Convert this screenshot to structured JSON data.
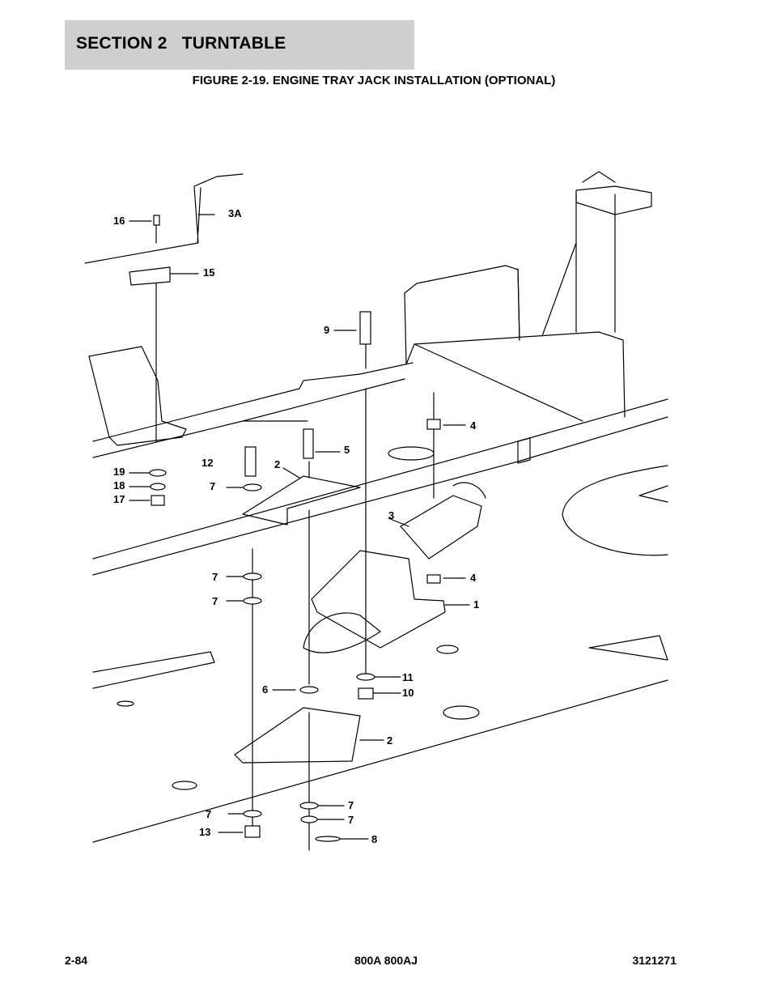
{
  "header": {
    "section_title": "SECTION 2   TURNTABLE"
  },
  "figure": {
    "title": "FIGURE 2-19. ENGINE TRAY JACK INSTALLATION (OPTIONAL)"
  },
  "callouts": [
    "16",
    "3A",
    "15",
    "9",
    "4",
    "5",
    "12",
    "2",
    "19",
    "18",
    "17",
    "7",
    "3",
    "7",
    "7",
    "4",
    "1",
    "11",
    "6",
    "10",
    "2",
    "7",
    "13",
    "7",
    "7",
    "8"
  ],
  "footer": {
    "page_number": "2-84",
    "model": "800A 800AJ",
    "part_number": "3121271"
  }
}
